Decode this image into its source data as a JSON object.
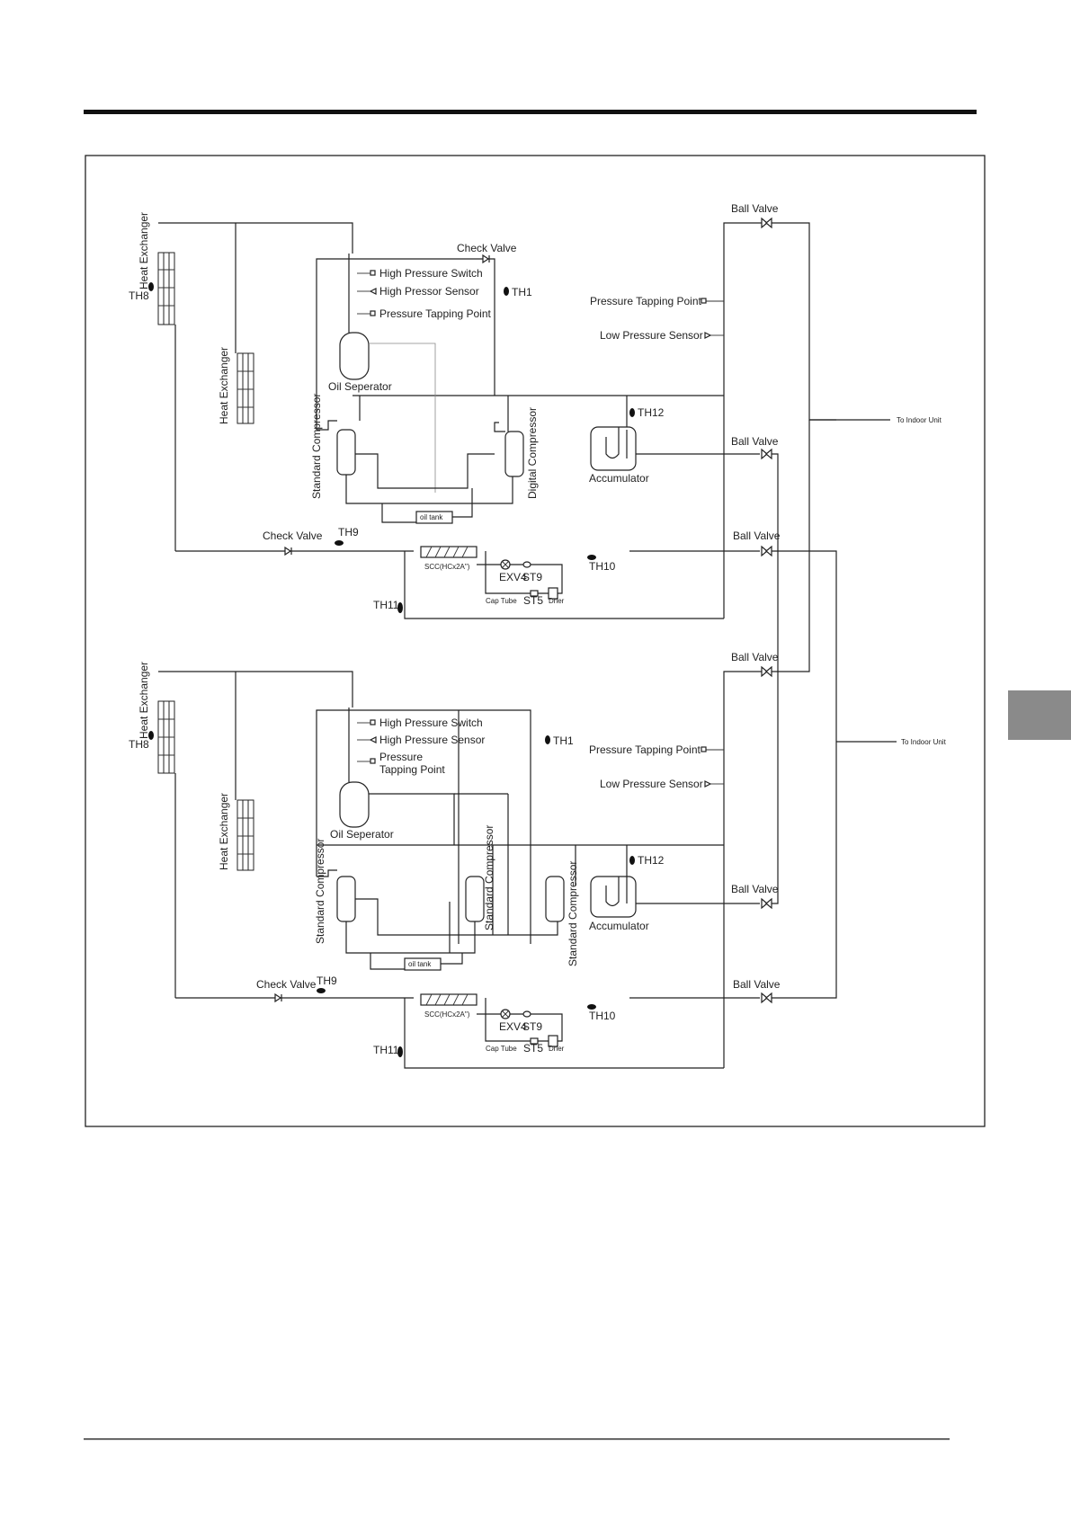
{
  "colors": {
    "line": "#222222",
    "tab": "#8a8a8a",
    "rule": "#111111"
  },
  "top": {
    "heat_exchanger_1": "Heat Exchanger",
    "heat_exchanger_2": "Heat Exchanger",
    "th8": "TH8",
    "check_valve_top": "Check Valve",
    "high_pressure_switch": "High Pressure Switch",
    "high_pressure_sensor": "High Pressor Sensor",
    "pressure_tapping_point_left": "Pressure Tapping Point",
    "th1": "TH1",
    "oil_separator": "Oil Seperator",
    "standard_compressor": "Standard Compressor",
    "digital_compressor": "Digital Compressor",
    "oil_tank": "oil tank",
    "th12": "TH12",
    "accumulator": "Accumulator",
    "ball_valve_1": "Ball Valve",
    "ball_valve_2": "Ball Valve",
    "ball_valve_3": "Ball Valve",
    "pressure_tapping_point_right": "Pressure Tapping Point",
    "low_pressure_sensor": "Low Pressure Sensor",
    "to_indoor_unit": "To Indoor Unit",
    "check_valve_bottom": "Check Valve",
    "th9": "TH9",
    "scc": "SCC(HCx2A\")",
    "exv4": "EXV4",
    "st9": "ST9",
    "th10": "TH10",
    "cap_tube": "Cap Tube",
    "st5": "ST5",
    "drier": "Drier",
    "th11": "TH11"
  },
  "bottom": {
    "heat_exchanger_1": "Heat Exchanger",
    "heat_exchanger_2": "Heat Exchanger",
    "th8": "TH8",
    "high_pressure_switch": "High Pressure Switch",
    "high_pressure_sensor": "High Pressure Sensor",
    "pressure_tapping_point_left_1": "Pressure",
    "pressure_tapping_point_left_2": "Tapping Point",
    "th1": "TH1",
    "oil_separator": "Oil Seperator",
    "standard_compressor_1": "Standard Compressor",
    "standard_compressor_2": "Standard Compressor",
    "standard_compressor_3": "Standard Compressor",
    "oil_tank": "oil tank",
    "th12": "TH12",
    "accumulator": "Accumulator",
    "ball_valve_1": "Ball Valve",
    "ball_valve_2": "Ball Valve",
    "ball_valve_3": "Ball Valve",
    "pressure_tapping_point_right": "Pressure Tapping Point",
    "low_pressure_sensor": "Low Pressure Sensor",
    "to_indoor_unit": "To Indoor Unit",
    "check_valve": "Check Valve",
    "th9": "TH9",
    "scc": "SCC(HCx2A\")",
    "exv4": "EXV4",
    "st9": "ST9",
    "th10": "TH10",
    "cap_tube": "Cap Tube",
    "st5": "ST5",
    "drier": "Drier",
    "th11": "TH11"
  }
}
